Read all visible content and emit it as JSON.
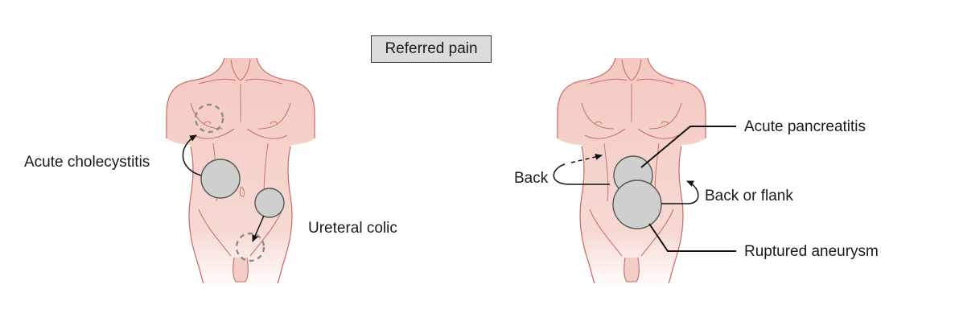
{
  "title": "Referred pain",
  "colors": {
    "skin": "#f6d2cc",
    "skin_outline": "#c9736e",
    "organ_fill": "#cfcfcf",
    "organ_stroke": "#555555",
    "referred_dash": "#888888",
    "arrow": "#111111"
  },
  "left_figure": {
    "labels": {
      "cholecystitis": "Acute cholecystitis",
      "ureteral": "Ureteral colic"
    }
  },
  "right_figure": {
    "labels": {
      "pancreatitis": "Acute pancreatitis",
      "back": "Back",
      "back_flank": "Back or flank",
      "aneurysm": "Ruptured aneurysm"
    }
  }
}
